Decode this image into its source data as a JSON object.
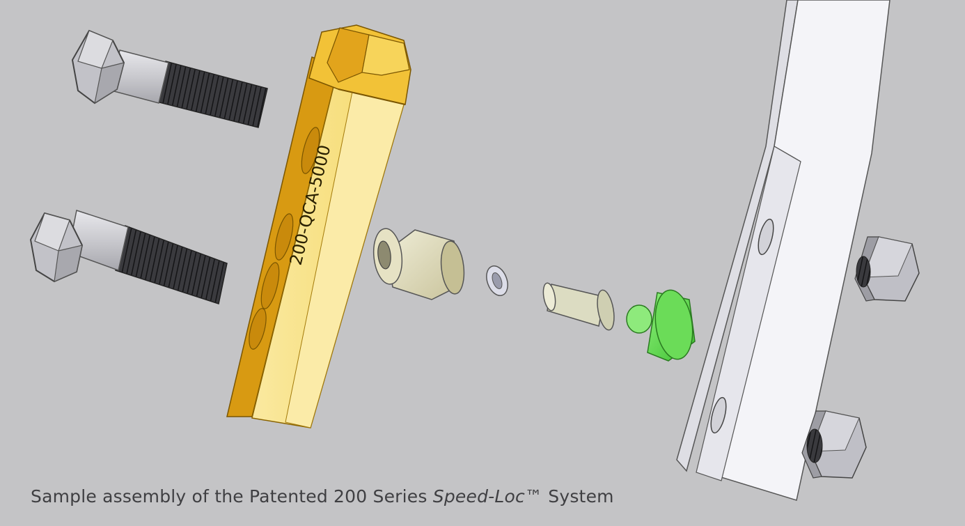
{
  "part_label": "200-QCA-5000",
  "caption": {
    "prefix": "Sample assembly of the Patented 200 Series ",
    "emphasis": "Speed-Loc™",
    "suffix": " System"
  },
  "colors": {
    "background": "#c4c4c6",
    "tooth": "#f2c237",
    "tooth_face": "#fae9a0",
    "tooth_shadow": "#d89a12",
    "bushing": "#ddd9b5",
    "pin": "#dcdcc2",
    "retainer": "#5fd64e",
    "hardware": "#c9c9ce",
    "thread": "#2a2a2e",
    "plate": "#f4f4f8"
  }
}
